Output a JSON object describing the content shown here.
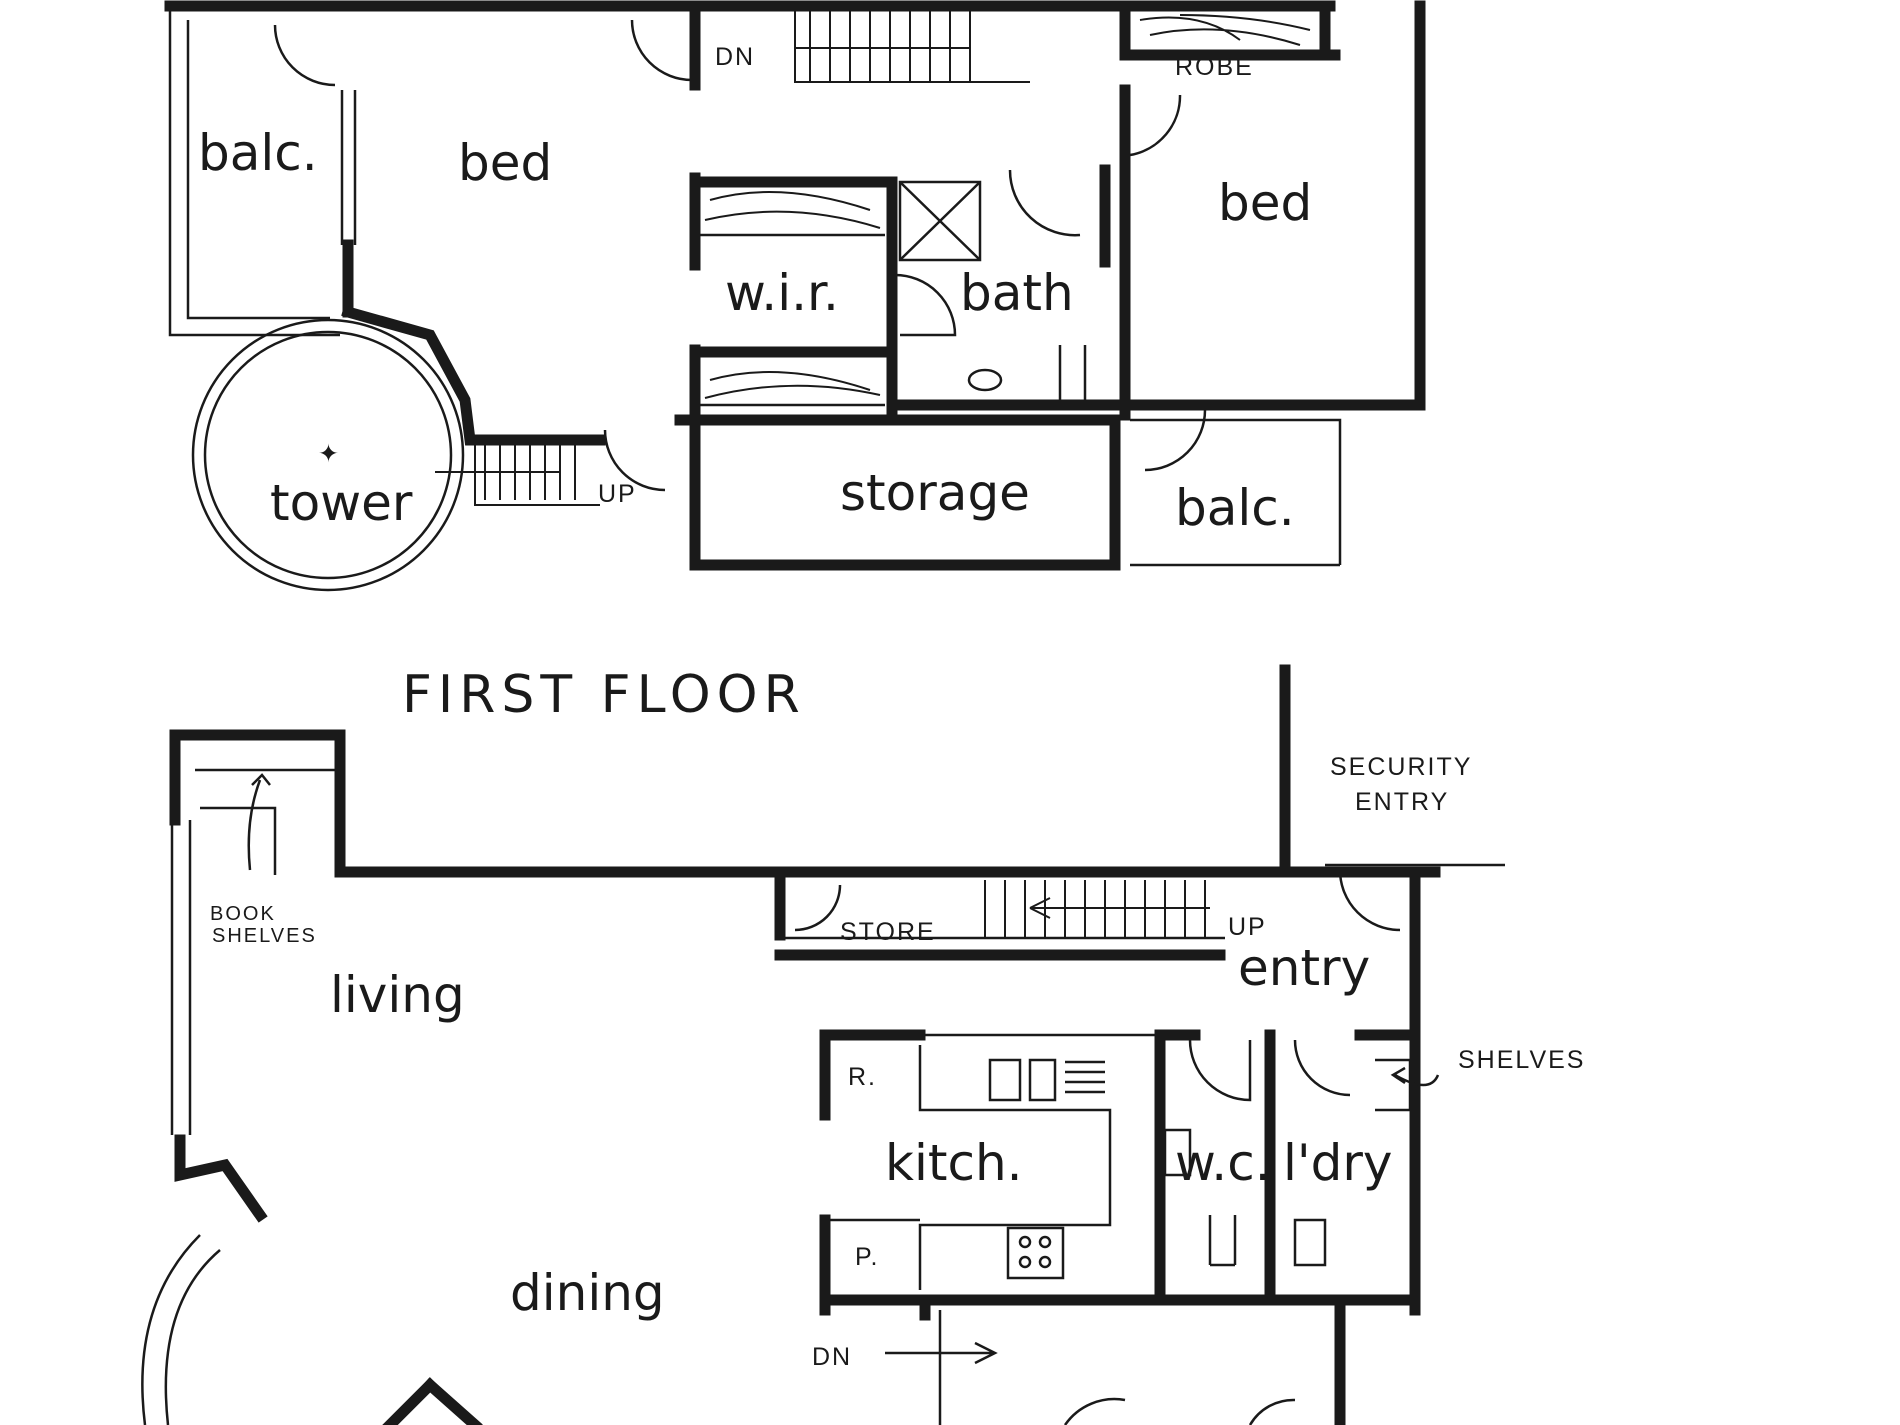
{
  "title": "FIRST FLOOR",
  "first_floor_rooms": {
    "balc_left": "balc.",
    "bed_left": "bed",
    "wir": "w.i.r.",
    "bath": "bath",
    "bed_right": "bed",
    "tower": "tower",
    "storage": "storage",
    "balc_right": "balc."
  },
  "first_floor_notes": {
    "robe": "ROBE",
    "stair_dn": "DN",
    "stair_up": "UP"
  },
  "ground_floor_rooms": {
    "living": "living",
    "dining": "dining",
    "kitch": "kitch.",
    "wc": "w.c.",
    "ldry": "l'dry",
    "entry": "entry"
  },
  "ground_floor_notes": {
    "book_shelves_1": "BOOK",
    "book_shelves_2": "SHELVES",
    "store": "STORE",
    "stair_up": "UP",
    "security_entry_1": "SECURITY",
    "security_entry_2": "ENTRY",
    "shelves": "SHELVES",
    "fridge": "R.",
    "pantry": "P.",
    "stair_dn": "DN"
  }
}
